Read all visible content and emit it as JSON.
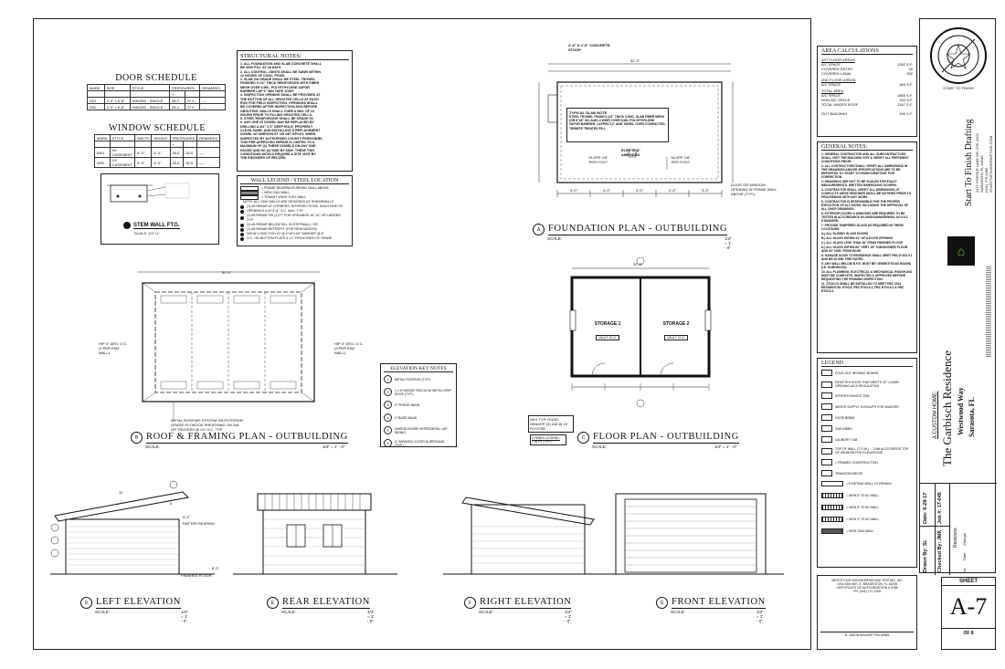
{
  "door_schedule": {
    "title": "DOOR SCHEDULE",
    "headers": [
      "MARK",
      "SIZE",
      "STYLE",
      "PRESSURES",
      "REMARKS"
    ],
    "pressure_sub": [
      "+",
      "-"
    ],
    "rows": [
      [
        "D01",
        "3'-0\" x 6'-8\"",
        "HINGED - SINGLE",
        "28.2",
        "37.0",
        "----"
      ],
      [
        "D02",
        "3'-0\" x 6'-8\"",
        "HINGED - SINGLE",
        "28.2",
        "37.0",
        "----"
      ]
    ]
  },
  "window_schedule": {
    "title": "WINDOW SCHEDULE",
    "headers": [
      "MARK",
      "STYLE",
      "WIDTH",
      "HEIGHT",
      "PRESSURES",
      "REMARKS"
    ],
    "pressure_sub": [
      "+",
      "-"
    ],
    "rows": [
      [
        "W01",
        "XX CASEMENT",
        "4'-0\"",
        "4'-0\"",
        "30.0",
        "32.0",
        "----"
      ],
      [
        "W02",
        "XX CASEMENT",
        "4'-0\"",
        "4'-0\"",
        "30.0",
        "32.0",
        "----"
      ]
    ]
  },
  "structural_notes": {
    "title": "STRUCTURAL NOTES:",
    "lines": [
      "STRUCTURAL NOTES:",
      "1. ALL FOUNDATION AND SLAB CONCRETE SHALL",
      "BE 3000 P.S.I. AT 28 DAYS",
      "2. ALL CONTROL JOINTS SHALL BE SAWN WITHIN",
      "12 HOURS OF CONC. POUR.",
      "3. SLAB ON GRADE SHALL BE STEEL TROWEL",
      "FINISHED 5 1/2\" THICK REINFORCED WITH FIBER",
      "MESH OVER 6 MIL. POLYETHYLENE VAPOR",
      "BARRIER LAP 6\" MIN TAPE JOINT.",
      "4. INSPECTION OPENING SHALL BE PROVIDED AT",
      "THE BOTTOM OF ALL GROUTED CELLS AT EACH",
      "ROD FOR FIELD INSPECTION. OPENINGS SHALL",
      "BE COVERED AFTER INSPECTION AND BEFORE",
      "GROUTING. WALLS SHALL CURE A MIN. OF 24",
      "HOURS PRIOR TO FILLING GROUTED CELLS.",
      "5. STEEL REINFORCING SHALL BE GRADE 60.",
      "6. ANY ONE #5 DOWEL MAY BE REPLACED BY",
      "DRILLING A 3/4\" X 6\" DEEP HOLE, PROPERLY",
      "CLEAN SAME, AND INSTALLING A REPLACEMENT",
      "DOWEL W/ SIMPSON ET OR SET EPOXY, WHEN",
      "INSPECTED BY AUTHORIZED COUNTY PERSONNEL",
      "THIS PRE-APPROVED REPAIR IS LIMITED TO A",
      "MAXIMUM OF (2) THREE DOWELS ON ANY ONE",
      "HOUSE AND NO (2) SIDE BY SIDE. THESE TWO",
      "CONDITIONS WOULD REQUIRE A SITE VISIT BY",
      "THE ENGINEER OF RECORD."
    ]
  },
  "wall_legend": {
    "title": "WALL LEGEND / STEEL LOCATION",
    "lines": [
      "= FRAME BEARING/FURRING WALL ABOVE",
      "= NEW CMU WALL",
      "= TENANT WHAT FLEX WALL",
      "NOTE: ALL CMU WALLS ARE DESIGNED AS SHEARWALLS",
      "(1) #5 REBAR AT CORNERS, INTERSECTIONS, EACH SIDE OF",
      "OPENINGS & AT 6'-8\" O.C. MAX. TYP.",
      "(1) #5 REBAR OR (1) FT FOR OPENINGS 16'-10\" OR LARGER, TYP.",
      "(1) #5 REBAR BELOW SILL IN STEPWALL / OR",
      "(1) #5 REBAR RETROFIT (FOR RENOVATION)",
      "5/8\"x8\" LONG 'EXH 10' @ 2\"x5\"x1/8\" WASHER @ 8\"",
      "O.C. ON BOTTOM PLATE & 12\" FROM ENDS OF SPANS"
    ]
  },
  "stem_wall": {
    "title": "STEM WALL FTG.",
    "scale": "SCALE: 1/2\"=1'"
  },
  "elevation_key": {
    "title": "ELEVATION KEY NOTES",
    "items": [
      {
        "n": "1",
        "t": "METAL ROOFING (TYP.)"
      },
      {
        "n": "2",
        "t": "1 x 8 HARDIE FASCIA W/ METAL DRIP EDGE (TYP.)"
      },
      {
        "n": "3",
        "t": "2\" FRIEZE BAND"
      },
      {
        "n": "4",
        "t": "2\" BASE BAND"
      },
      {
        "n": "5",
        "t": "HARDIE-BOARD HORIZONTAL LAP SIDING"
      },
      {
        "n": "6",
        "t": "4\" WINDOW / DOOR SURROUND (TYP.)"
      }
    ]
  },
  "plans": {
    "foundation": {
      "title": "FOUNDATION PLAN - OUTBUILDING",
      "scale_label": "SCALE:",
      "scale": "1/4\" = 1' - 0\"",
      "bubble": "A"
    },
    "roof": {
      "title": "ROOF & FRAMING PLAN - OUTBUILDING",
      "scale_label": "SCALE:",
      "scale": "1/4\" = 1' - 0\"",
      "bubble": "B"
    },
    "floor": {
      "title": "FLOOR PLAN - OUTBUILDING",
      "scale_label": "SCALE:",
      "scale": "1/4\" = 1' - 0\"",
      "bubble": "C"
    },
    "left": {
      "title": "LEFT ELEVATION",
      "scale_label": "SCALE:",
      "scale": "1/4\" = 1' - 0\"",
      "bubble": "D"
    },
    "rear": {
      "title": "REAR ELEVATION",
      "scale_label": "SCALE:",
      "scale": "1/4\" = 1' - 0\"",
      "bubble": "E"
    },
    "right": {
      "title": "RIGHT ELEVATION",
      "scale_label": "SCALE:",
      "scale": "1/4\" = 1' - 0\"",
      "bubble": "F"
    },
    "front": {
      "title": "FRONT ELEVATION",
      "scale_label": "SCALE:",
      "scale": "1/4\" = 1' - 0\"",
      "bubble": "G"
    }
  },
  "foundation_notes": {
    "slab_note_title": "TYPICAL SLAB NOTE",
    "slab_note": "STEEL TROWEL FINISH 5-1/2\" THICK CONC. SLAB FIBER MESH (OR 6\"x6\" W1.4xW1.4 WWF) OVER 6 MIL POLYETHYLENE VAPOR BARRIER, LAPPED 12\" AND TAPED, OVER COMPACTED, TERMITE TREATED FILL",
    "stoop": "4'-8\" X 4'-0\" CONCRETE STOOP",
    "slope1": "SLOPE 1/8\" PER FOOT",
    "slope2": "SLOPE 1/8\" PER FOOT",
    "elev": "ELEV. 8'-8\" AMENDED",
    "door_opening": "DOOR OR WINDOW OPENING IN FRAME WALL ABOVE (TYP.)",
    "dim_top": "32'-0\"",
    "dim_bottom": [
      "3'-0\"",
      "4'-0\"",
      "3'-0\"",
      "4'-0\"",
      "3'-0\""
    ]
  },
  "floor_plan": {
    "storage1": "STORAGE 1",
    "storage2": "STORAGE 2",
    "ceiling1": "VAULT CLG.",
    "ceiling2": "VAULT CLG.",
    "dim_top": "32'-0\"",
    "header_note": "(W/1 TYP. GOOD HEADER (3) 2x8 @ 10' PLY/OSB",
    "symbol_legend_title": "SYMBOL LEGEND:",
    "symbol_legend": "= WTH (TYP.)"
  },
  "roof_plan": {
    "left_note": "HIP 4\" DEG. O.C. (3 PER END WALL)",
    "right_note": "HIP 4\" DEG. O.C. (3 PER END WALL)",
    "bottom_note": "METAL ROOFING SYSTEM ON EXTERIOR GRADE PLYWOOD SHEATHING ON 2x6 OR TRUSSES @ 24\" O.C. TYP.",
    "dim_top": "32'-0\""
  },
  "elevations": {
    "slope": "12",
    "rise": "3",
    "rafter_bearing": "RAFTER BEARING",
    "finished_floor": "FINISHED FLOOR",
    "dim1": "9'-2\"",
    "dim2": "8'-0\""
  },
  "area_calc": {
    "title": "AREA CALCULATIONS",
    "sections": [
      {
        "head": "1ST FLOOR AREAS",
        "rows": [
          [
            "A/C SPACE",
            "1392 S.F."
          ],
          [
            "COVERED ENTRY",
            "49"
          ],
          [
            "COVERED LANAI",
            "292"
          ]
        ]
      },
      {
        "head": "2ND FLOOR AREAS",
        "rows": [
          [
            "A/C SPACE",
            "463 S.F."
          ]
        ]
      },
      {
        "head": "TOTAL AREA",
        "rows": [
          [
            "A/C SPACE",
            "1855 S.F."
          ],
          [
            "NON-A/C SPACE",
            "340 S.F."
          ],
          [
            "TOTAL UNDER ROOF",
            "2167 S.F."
          ]
        ]
      },
      {
        "head": "",
        "rows": [
          [
            "OUT BUILDING",
            "240 S.F."
          ]
        ]
      }
    ]
  },
  "general_notes": {
    "title": "GENERAL NOTES:",
    "lines": [
      "1. GENERAL CONTRACTOR AND ALL SUBCONTRACTORS SHALL VISIT THE BUILDING SITE & VERIFY ALL PERTINENT CONDITIONS PRIOR.",
      "2. ALL CONTRACTORS SHALL VERIFY ALL DIMENSIONS IN THE DRAWINGS AND/OR SPECIFICATIONS ARE TO BE REPORTED TO 'START TO FINISH DRAFTING' FOR CORRECTION.",
      "3. DRAWINGS ARE NOT TO BE SCALED FOR EXACT MEASUREMENTS. WRITTEN DIMENSIONS GOVERN.",
      "4. CONTRACTOR SHALL VERIFY ALL DIMENSIONS, IF CONFLICTS ARISE DESIGNER SHALL BE NOTIFIED PRIOR TO PROCEEDING WITH ANY WORK.",
      "5. CONTRACTOR IS RESPONSIBLE FOR THE PROPER EXECUTION OF ALL WORK, INCLUDING THE APPROVAL OF ALL SHOP DRAWINGS.",
      "6. EXTERIOR DOORS & WINDOWS ARE REQUIRED TO BE TESTED IN ACCORDANCE W/ ANSI/AAMA/NWWDA 101/I.S.2 STANDARD.",
      "7. PROVIDE TEMPERED GLASS AS REQUIRED IN THESE LOCATIONS:",
      "A.) ALL SLIDING GLASS DOORS",
      "B.) ALL GLASS WITHIN 24\" OF A DOOR OPENING",
      "C.) ALL GLASS LESS THAN 18\" FROM FINISHED FLOOR",
      "D.) ALL GLASS WITHIN 60\" VERT. OF TUB/SHOWER FLOOR AND 60\" HOR. FROM EDGE",
      "8. GARAGE DOOR TO RESIDENCE SHALL MEET FBC-R 302.5.1 AND BE 20 MIN. FIRE RATED.",
      "9. ANY WALL BELOW B.F.E. MUST BE CEMENTITIOUS BOARD (I.E. DUROROCK).",
      "10. ALL PLUMBING, ELECTRICAL & MECHANICAL ROUGH-INS MUST BE COMPLETE, INSPECTED & APPROVED BEFORE REQUESTING THE FRAMING INSPECTION.",
      "11. STUCCO SHALL BE INSTALLED TO MEET FBC 2014 RESIDENTIAL R703.6, FBC R703.6.1, FBC R703.6.2 & FBC R703.6.3"
    ]
  },
  "legend": {
    "title": "LEGEND",
    "items": [
      "FOLD-OUT IRONING BOARD",
      "DENOTES DOOR THAT MEETS 32\" CLEAR OPENING AS A REGULATION",
      "DRYER EXHAUST FAN",
      "WATER SUPPLY HOOKUPS FOR WASHER",
      "HOSE BIBBS",
      "GAS BIBBS",
      "LAUNDRY TUB",
      "TOP OF WALL (T.O.W.) ... CAN ALSO REFER TOP OF WINDOW FOR ELEVATIONS",
      "= FRAMED CONSTRUCTION",
      "TRANSOM ABOVE",
      "= EXISTING WALL TO REMAIN",
      "= NEW 6\" STUD WALL",
      "= NEW 8\" STUD WALL",
      "= NEW 4\" STUD WALL",
      "= NEW CMU WALL"
    ]
  },
  "title_block": {
    "company": "Start To Finish Drafting",
    "address": "2477 PORTER LAKE DR. STE #102",
    "city": "SARASOTA, FL 34240",
    "phone": "(941) 779-1066",
    "web": "STARTTOFINISHDRAFTING.COM",
    "project_kicker": "A CUSTOM HOME:",
    "project": "The Garbisch Residence",
    "street": "Westwood Way",
    "town": "Sarasota, FL",
    "date_label": "Date:",
    "date": "6-29-17",
    "job_label": "Job #:",
    "job": "17-045",
    "drawn_label": "Drawn By:",
    "drawn": "SL",
    "checked_label": "Checked By:",
    "checked": "JMK",
    "revisions_label": "Revisions",
    "rev_no": "No.",
    "rev_date": "Date",
    "rev_change": "Change"
  },
  "engineer": {
    "firm": "WESTSTOUR ENGINEERING AND TESTING, INC",
    "addr": "1004 33rd AVE. E. BRADENTON, FL 34208",
    "cert": "CERTIFICATE OF AUTHORIZATION # 9786",
    "ph": "PH: (941) 727-1199",
    "seal": "D. JASON BRUNER PE# 60959"
  },
  "sheet": {
    "label": "SHEET",
    "number": "A-7",
    "of": "OF 8"
  },
  "stamp_text": "START TO FINISH"
}
